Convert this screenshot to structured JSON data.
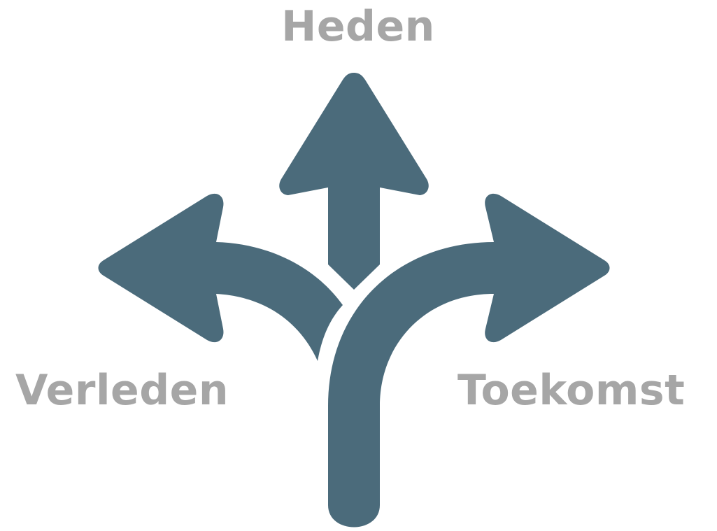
{
  "diagram": {
    "labels": {
      "top": "Heden",
      "left": "Verleden",
      "right": "Toekomst"
    },
    "arrows": [
      {
        "direction": "up",
        "icon": "arrow-up-icon"
      },
      {
        "direction": "left",
        "icon": "arrow-left-curved-icon"
      },
      {
        "direction": "right",
        "icon": "arrow-right-curved-icon"
      }
    ]
  },
  "colors": {
    "arrow": "#4b6b7b",
    "label": "#a6a6a6",
    "background": "#ffffff"
  }
}
